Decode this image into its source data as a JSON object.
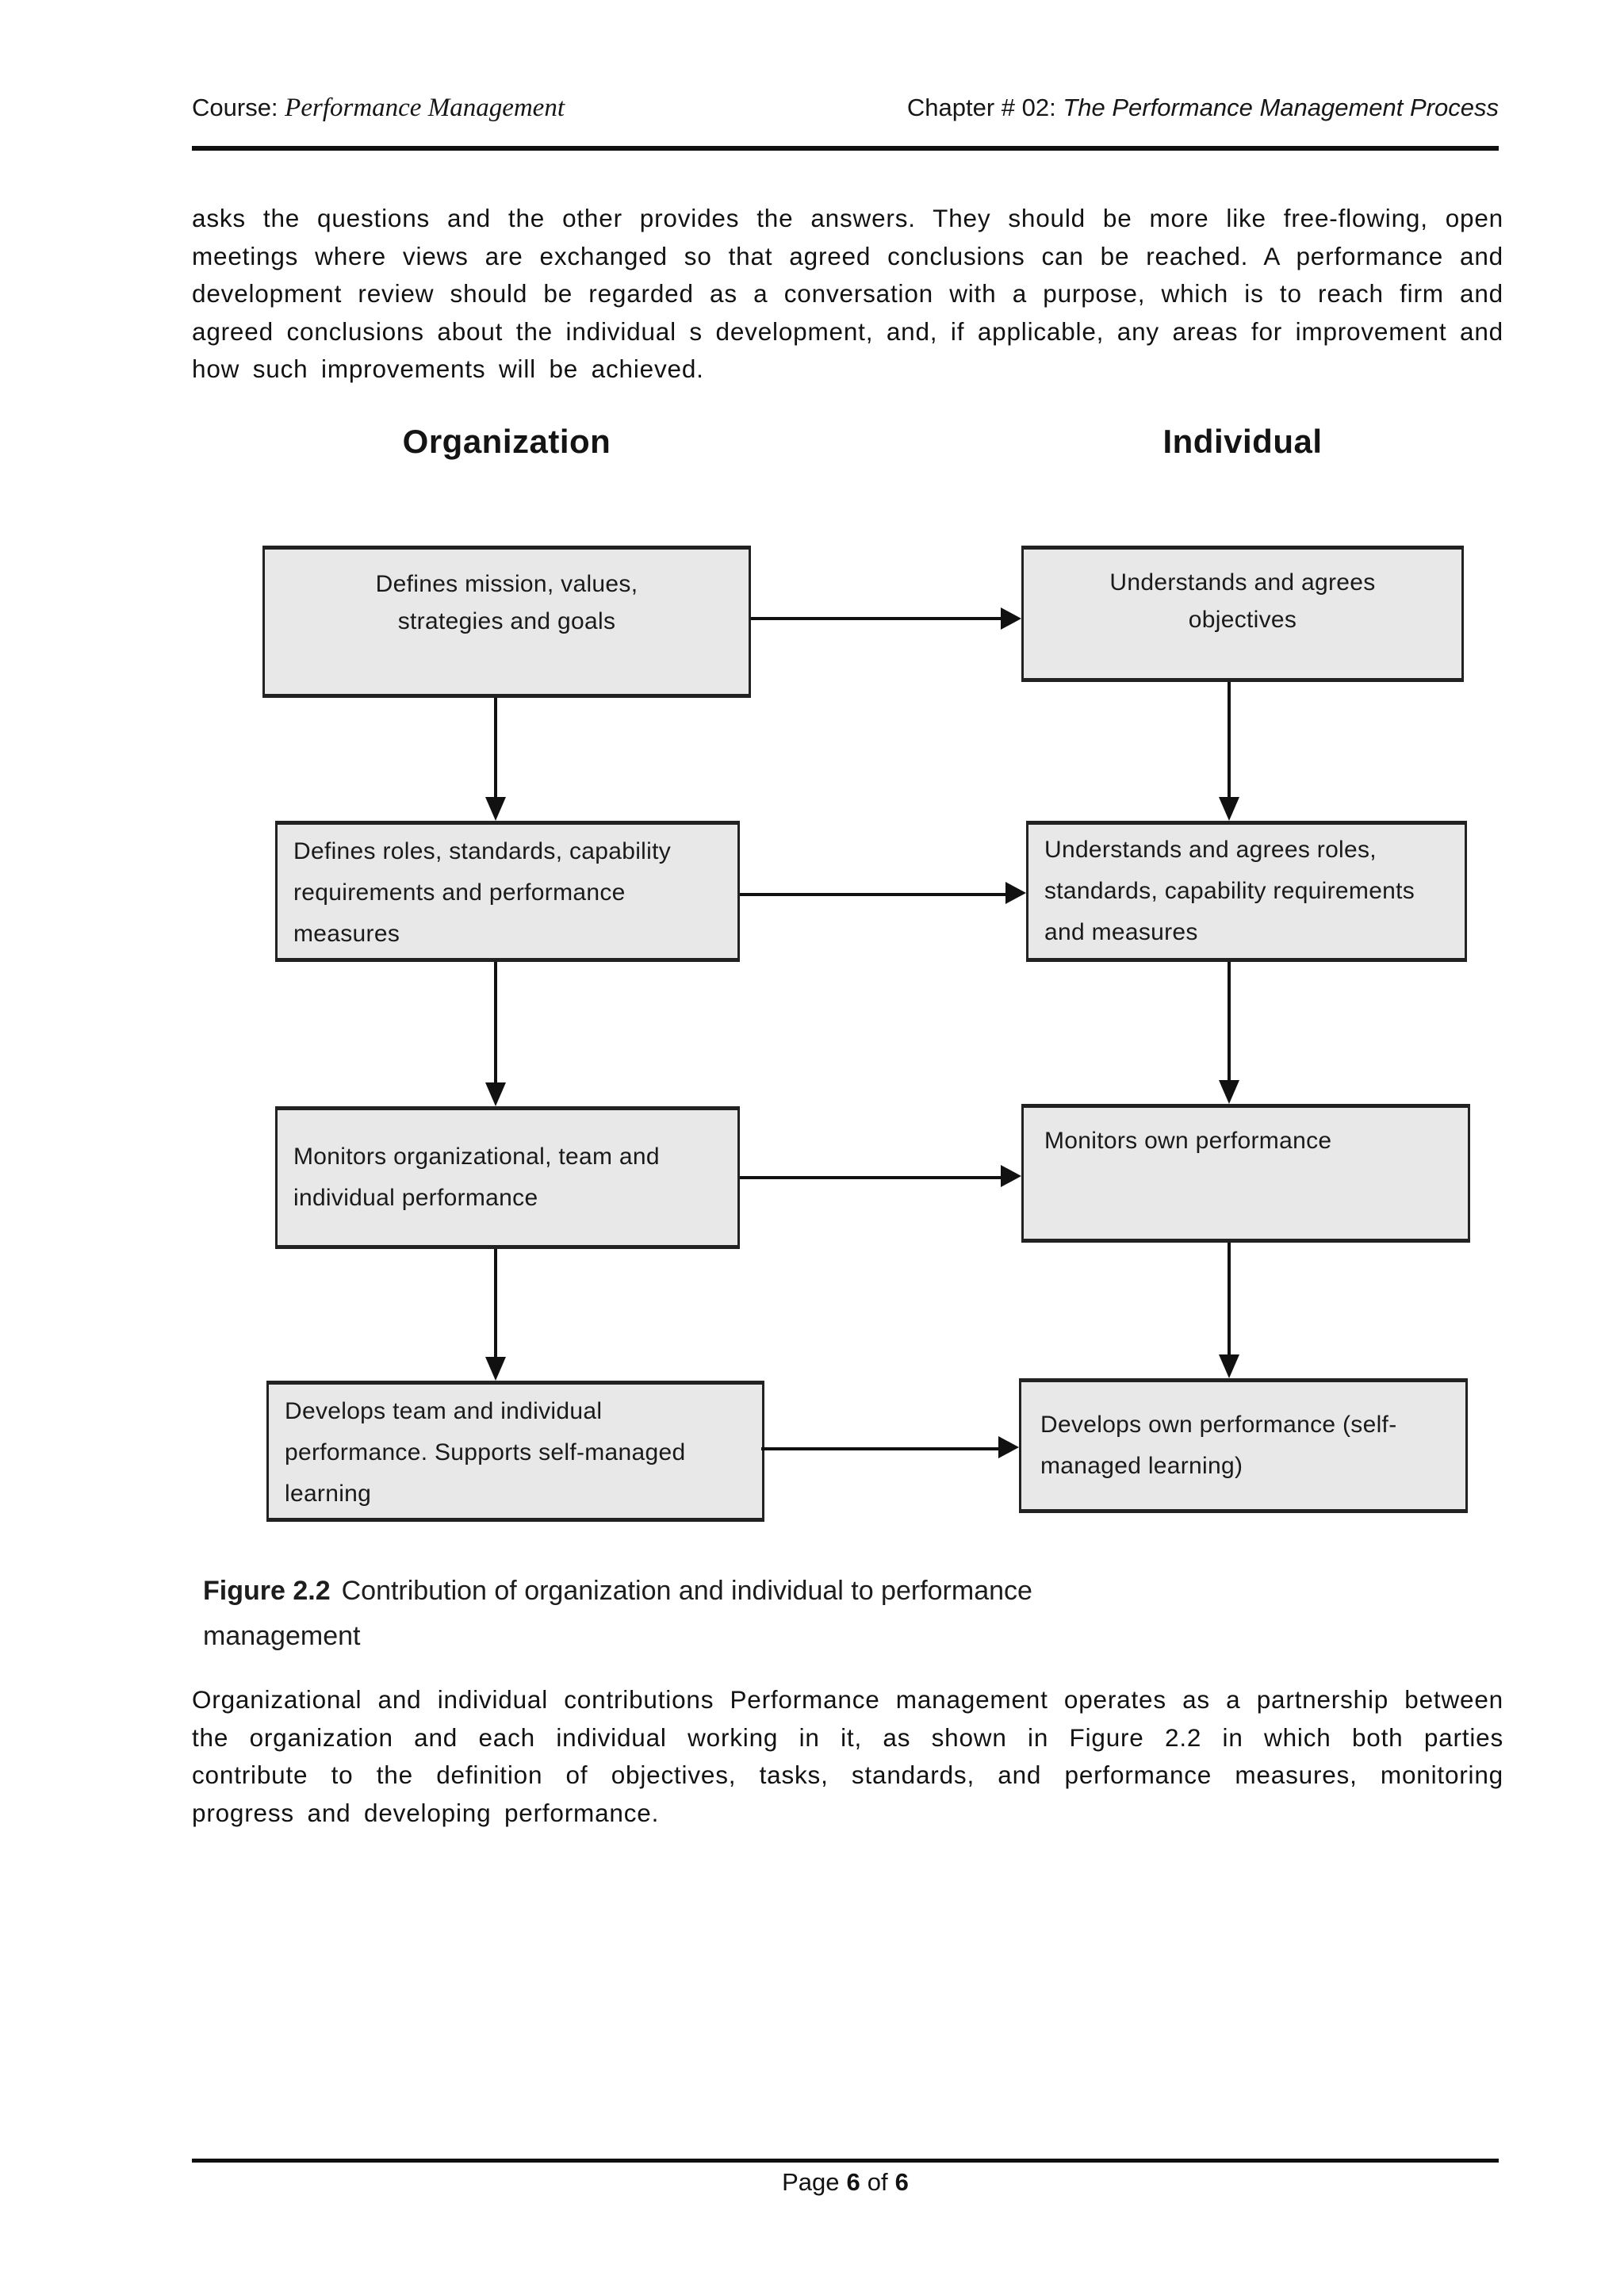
{
  "header": {
    "course_label": "Course:",
    "course_title": "Performance Management",
    "chapter_label": "Chapter # 02:",
    "chapter_title": "The Performance Management Process"
  },
  "paragraphs": {
    "intro": "asks the questions and the other provides the answers. They should be more like free-flowing, open meetings where views are exchanged so that agreed conclusions can be reached. A performance and development review should be regarded as a conversation with a purpose, which is to reach firm and agreed conclusions about the individual s development, and, if applicable, any areas for improvement and how such improvements will be achieved.",
    "body": "Organizational and individual contributions Performance management operates as a partnership between the organization and each individual working in it, as shown in Figure 2.2 in which both parties contribute to the definition of objectives, tasks, standards, and performance measures, monitoring progress and developing performance."
  },
  "diagram": {
    "left_heading": "Organization",
    "right_heading": "Individual",
    "boxes": {
      "org_row1": [
        "Defines mission, values,",
        "strategies and goals"
      ],
      "ind_row1": [
        "Understands and agrees",
        "objectives"
      ],
      "org_row2": [
        "Defines roles, standards, capability",
        "requirements and performance",
        "measures"
      ],
      "ind_row2": [
        "Understands and agrees roles,",
        "standards, capability requirements",
        "and measures"
      ],
      "org_row3": [
        "Monitors organizational, team and",
        "individual performance"
      ],
      "ind_row3": [
        "Monitors own performance"
      ],
      "org_row4": [
        "Develops team and individual",
        "performance. Supports self-managed",
        "learning"
      ],
      "ind_row4": [
        "Develops own performance (self-",
        "managed learning)"
      ]
    },
    "colors": {
      "box_fill": "#e8e8e8",
      "box_border": "#222222",
      "arrow": "#111111"
    }
  },
  "figure_caption": {
    "label": "Figure 2.2",
    "lines": [
      "Contribution of organization and individual to performance",
      "management"
    ]
  },
  "footer": {
    "page_label": "Page",
    "page_number": "6",
    "of_label": "of",
    "total_pages": "6"
  }
}
